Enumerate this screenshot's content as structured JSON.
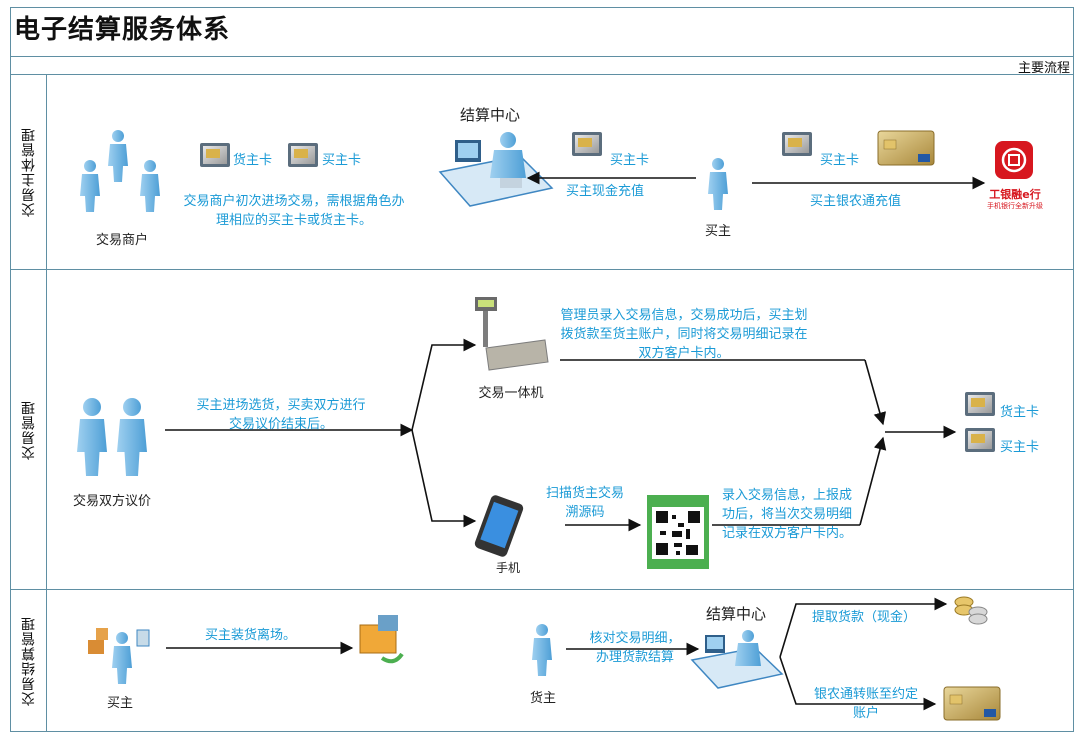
{
  "title": "电子结算服务体系",
  "subheading": "主要流程",
  "lanes": [
    {
      "label": "交易主体管理"
    },
    {
      "label": "交易管理"
    },
    {
      "label": "交易结算管理"
    }
  ],
  "lane1": {
    "merchant_label": "交易商户",
    "card_goods": "货主卡",
    "card_buyer": "买主卡",
    "merchant_note": "交易商户初次进场交易，需根据角色办理相应的买主卡或货主卡。",
    "center_label": "结算中心",
    "buyer_card": "买主卡",
    "cash_topup": "买主现金充值",
    "buyer_label": "买主",
    "buyer_card2": "买主卡",
    "bank_topup": "买主银农通充值",
    "bank_name": "工银融e行",
    "bank_slogan": "手机银行全新升级"
  },
  "lane2": {
    "parties_label": "交易双方议价",
    "parties_note": "买主进场选货，买卖双方进行交易议价结束后。",
    "terminal_label": "交易一体机",
    "terminal_note": "管理员录入交易信息，交易成功后，买主划拨货款至货主账户，同时将交易明细记录在双方客户卡内。",
    "phone_label": "手机",
    "scan_note": "扫描货主交易溯源码",
    "record_note": "录入交易信息，上报成功后，将当次交易明细记录在双方客户卡内。",
    "out_card_goods": "货主卡",
    "out_card_buyer": "买主卡"
  },
  "lane3": {
    "buyer_label": "买主",
    "load_note": "买主装货离场。",
    "seller_label": "货主",
    "verify_note": "核对交易明细，办理货款结算",
    "center_label": "结算中心",
    "withdraw_cash": "提取货款（现金）",
    "transfer_note": "银农通转账至约定账户"
  },
  "colors": {
    "text_blue": "#1a9ad6",
    "person_blue": "#6fb3e0",
    "border": "#5f8fa3",
    "qr_green": "#4caf50",
    "bank_red": "#d7171f"
  }
}
